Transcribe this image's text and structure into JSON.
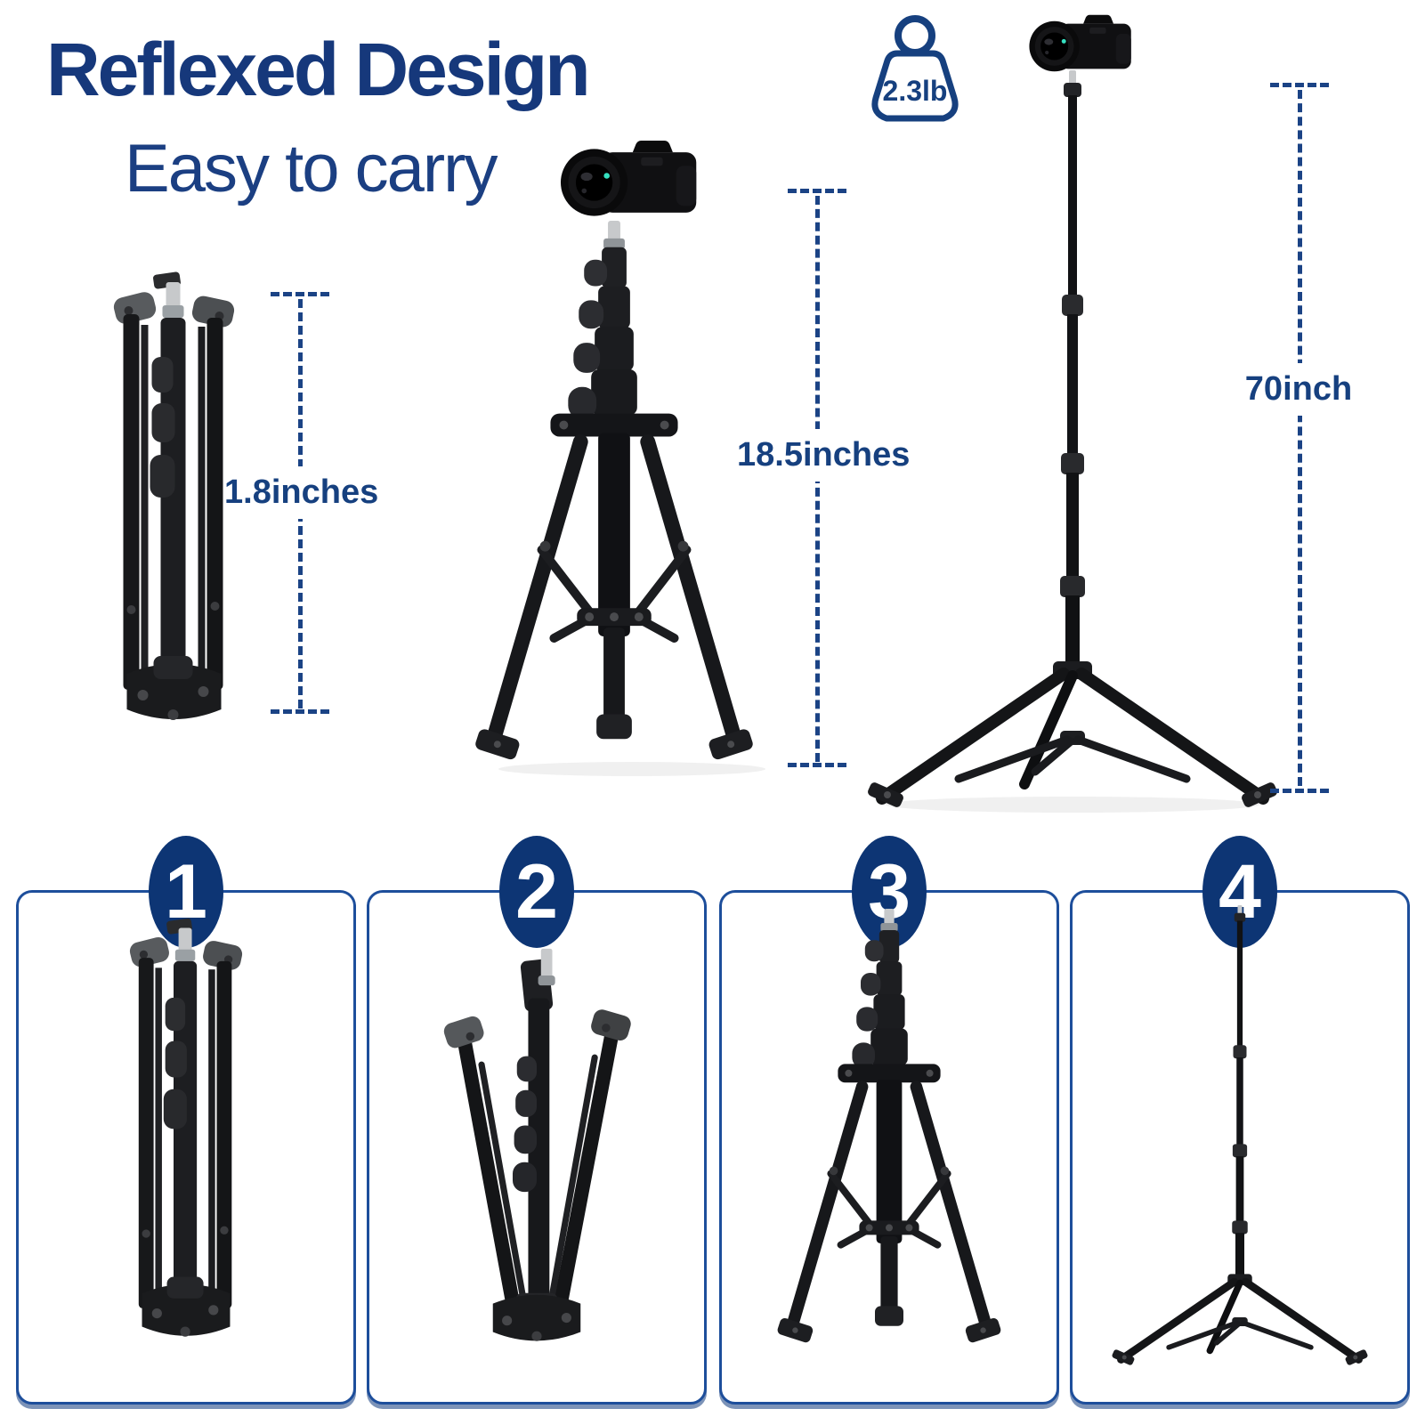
{
  "title": {
    "heading": "Reflexed Design",
    "subheading": "Easy to carry"
  },
  "weight_badge": {
    "value": "2.3lb",
    "icon": "kettlebell-weight-icon"
  },
  "measurements": {
    "folded_length": {
      "label": "1.8inches"
    },
    "min_height": {
      "label": "18.5inches"
    },
    "max_height": {
      "label": "70inch"
    }
  },
  "steps": [
    {
      "number": "1",
      "image": "folded-tripod"
    },
    {
      "number": "2",
      "image": "half-unfolded-tripod"
    },
    {
      "number": "3",
      "image": "compact-standing-tripod"
    },
    {
      "number": "4",
      "image": "fully-extended-stand"
    }
  ],
  "colors": {
    "accent_navy": "#16387b",
    "badge_navy": "#0d3574",
    "panel_border": "#1d4e9b",
    "dashed_line": "#1b4385"
  }
}
